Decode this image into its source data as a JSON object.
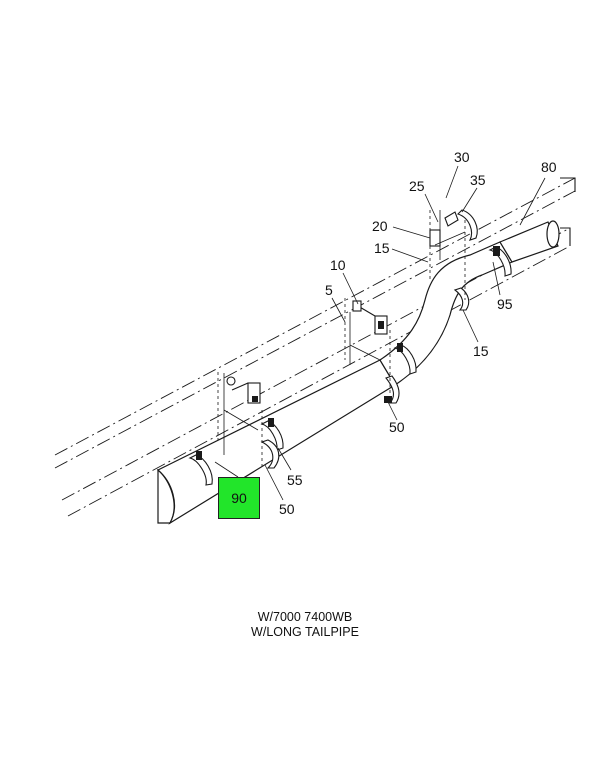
{
  "diagram": {
    "callouts": {
      "c30": "30",
      "c80": "80",
      "c25": "25",
      "c35": "35",
      "c20": "20",
      "c15a": "15",
      "c10": "10",
      "c5": "5",
      "c95": "95",
      "c15b": "15",
      "c50a": "50",
      "c55": "55",
      "c50b": "50",
      "c90": "90"
    },
    "highlighted_callout": "90",
    "highlight_color": "#22e52a"
  },
  "caption": {
    "line1": "W/7000 7400WB",
    "line2": "W/LONG TAILPIPE"
  }
}
